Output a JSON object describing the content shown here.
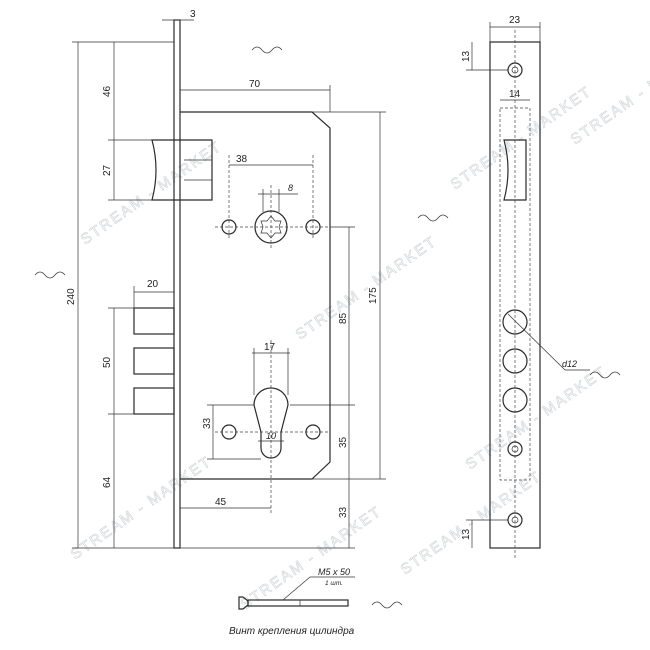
{
  "dimensions": {
    "front_thickness": "3",
    "backset": "70",
    "cam_top": "46",
    "latch_height": "27",
    "total_height": "240",
    "bolt_depth": "20",
    "bolt_span": "50",
    "bottom_to_bolt": "64",
    "screw_spacing": "38",
    "follower_width": "8",
    "handle_to_cylinder": "85",
    "body_height": "175",
    "cylinder_width": "17",
    "cylinder_hole_offset": "33",
    "cylinder_slot": "10",
    "cylinder_height": "35",
    "cylinder_backset": "45",
    "cylinder_bottom": "33",
    "faceplate_width": "23",
    "faceplate_hole_top": "13",
    "latch_width": "14",
    "bolt_hole_diameter": "d12",
    "faceplate_hole_bottom": "13"
  },
  "screw": {
    "label": "M5 x 50",
    "qty": "1 шт.",
    "caption": "Винт крепления цилиндра"
  },
  "watermark": "STREAM - MARKET"
}
